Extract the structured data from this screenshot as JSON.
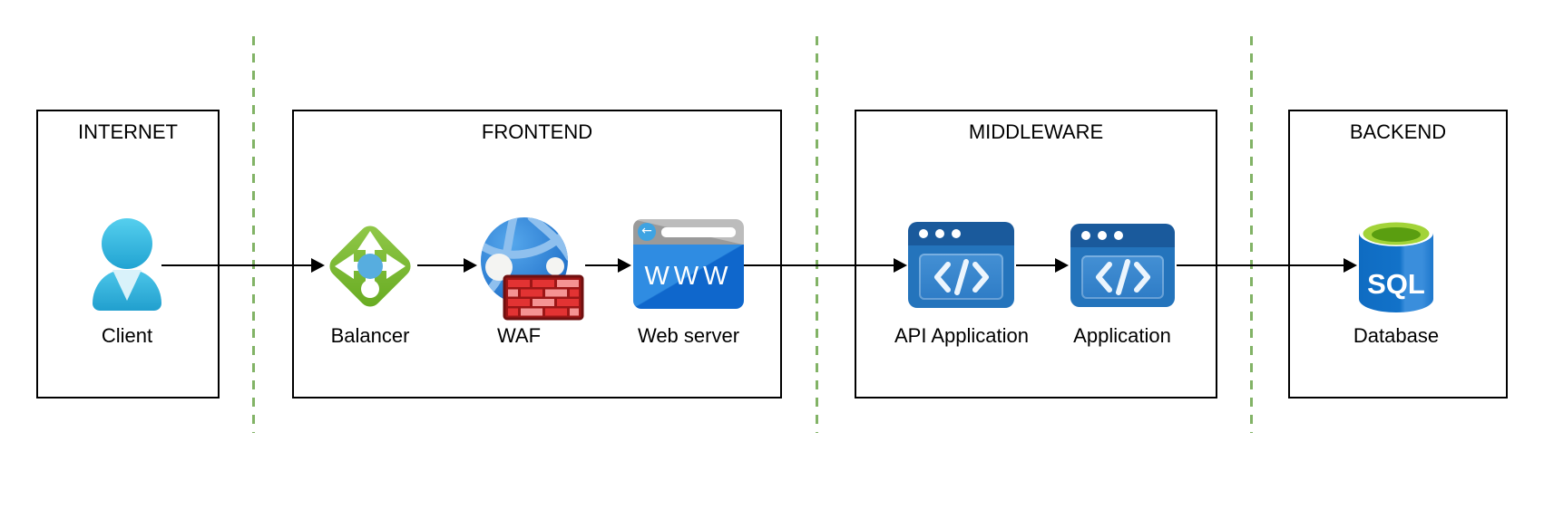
{
  "diagram": {
    "zones": [
      {
        "label": "INTERNET"
      },
      {
        "label": "FRONTEND"
      },
      {
        "label": "MIDDLEWARE"
      },
      {
        "label": "BACKEND"
      }
    ],
    "nodes": [
      {
        "label": "Client",
        "icon": "person-icon",
        "zone": "INTERNET"
      },
      {
        "label": "Balancer",
        "icon": "load-balancer-icon",
        "zone": "FRONTEND"
      },
      {
        "label": "WAF",
        "icon": "globe-firewall-icon",
        "zone": "FRONTEND"
      },
      {
        "label": "Web server",
        "icon": "browser-window-icon",
        "zone": "FRONTEND"
      },
      {
        "label": "API Application",
        "icon": "code-window-icon",
        "zone": "MIDDLEWARE"
      },
      {
        "label": "Application",
        "icon": "code-window-icon",
        "zone": "MIDDLEWARE"
      },
      {
        "label": "Database",
        "icon": "sql-database-icon",
        "zone": "BACKEND"
      }
    ],
    "webserver_icon_text": "WWW",
    "database_icon_text": "SQL",
    "connections": [
      {
        "from": "Client",
        "to": "Balancer"
      },
      {
        "from": "Balancer",
        "to": "WAF"
      },
      {
        "from": "WAF",
        "to": "Web server"
      },
      {
        "from": "Web server",
        "to": "API Application"
      },
      {
        "from": "API Application",
        "to": "Application"
      },
      {
        "from": "Application",
        "to": "Database"
      }
    ],
    "colors": {
      "zone_border": "#000000",
      "separator_green": "#82b366",
      "arrow": "#000000",
      "client_cyan": "#29b6e0",
      "balancer_green": "#76b82e",
      "balancer_hub_blue": "#57addf",
      "waf_globe_blue": "#2e7fd0",
      "waf_brick_red": "#d93030",
      "webserver_blue": "#1a74d2",
      "webserver_chrome_gray": "#a6a6a6",
      "app_titlebar_blue": "#1a5a9c",
      "app_window_blue": "#2474bc",
      "sql_body_blue": "#1373c8",
      "sql_top_green": "#a2d338"
    }
  }
}
